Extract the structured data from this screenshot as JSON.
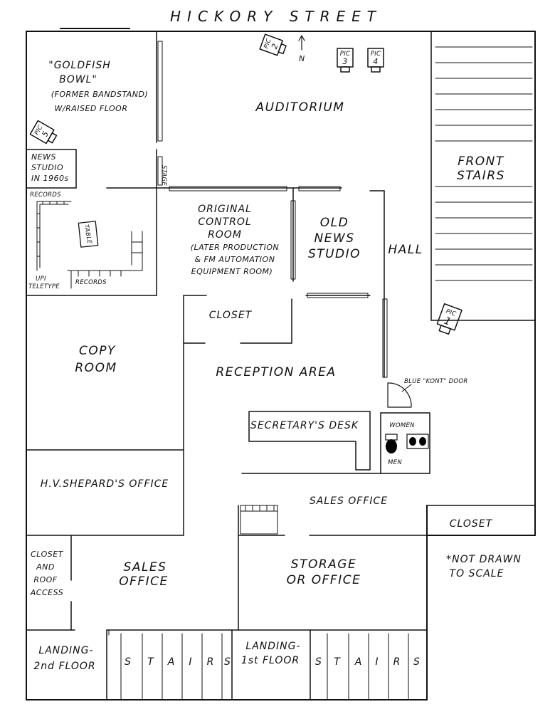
{
  "street": "HICKORY STREET",
  "north": "N",
  "rooms": {
    "goldfish": [
      "\"GOLDFISH",
      "BOWL\"",
      "(FORMER BANDSTAND)",
      "W/RAISED FLOOR"
    ],
    "news1960": [
      "NEWS",
      "STUDIO",
      "IN 1960s"
    ],
    "records_top": "RECORDS",
    "table": "TABLE",
    "upi": [
      "UPI",
      "TELETYPE"
    ],
    "records_bottom": "RECORDS",
    "auditorium": "AUDITORIUM",
    "stage": "STAGE",
    "front_stairs": [
      "FRONT",
      "STAIRS"
    ],
    "control": [
      "ORIGINAL",
      "CONTROL",
      "ROOM",
      "(LATER PRODUCTION",
      "& FM AUTOMATION",
      "EQUIPMENT ROOM)"
    ],
    "old_news": [
      "OLD",
      "NEWS",
      "STUDIO"
    ],
    "hall": "HALL",
    "closet_top": "CLOSET",
    "copy_room": [
      "COPY",
      "ROOM"
    ],
    "reception": "RECEPTION AREA",
    "blue_door": "BLUE \"KONT\" DOOR",
    "secretary": "SECRETARY'S DESK",
    "women": "WOMEN",
    "men": "MEN",
    "shepard": "H.V.SHEPARD'S OFFICE",
    "sales_office_upper": "SALES OFFICE",
    "closet_right": "CLOSET",
    "not_to_scale": [
      "*NOT DRAWN",
      "TO SCALE"
    ],
    "closet_roof": [
      "CLOSET",
      "AND",
      "ROOF",
      "ACCESS"
    ],
    "sales_office_lower": [
      "SALES",
      "OFFICE"
    ],
    "storage": [
      "STORAGE",
      "OR OFFICE"
    ],
    "landing2": [
      "LANDING-",
      "2nd FLOOR"
    ],
    "landing1": [
      "LANDING-",
      "1st FLOOR"
    ],
    "stairs_letters": [
      "S",
      "T",
      "A",
      "I",
      "R",
      "S"
    ]
  },
  "pics": [
    {
      "label": "PIC",
      "num": "1"
    },
    {
      "label": "PIC",
      "num": "2"
    },
    {
      "label": "PIC",
      "num": "3"
    },
    {
      "label": "PIC",
      "num": "4"
    },
    {
      "label": "PIC",
      "num": "5"
    }
  ]
}
